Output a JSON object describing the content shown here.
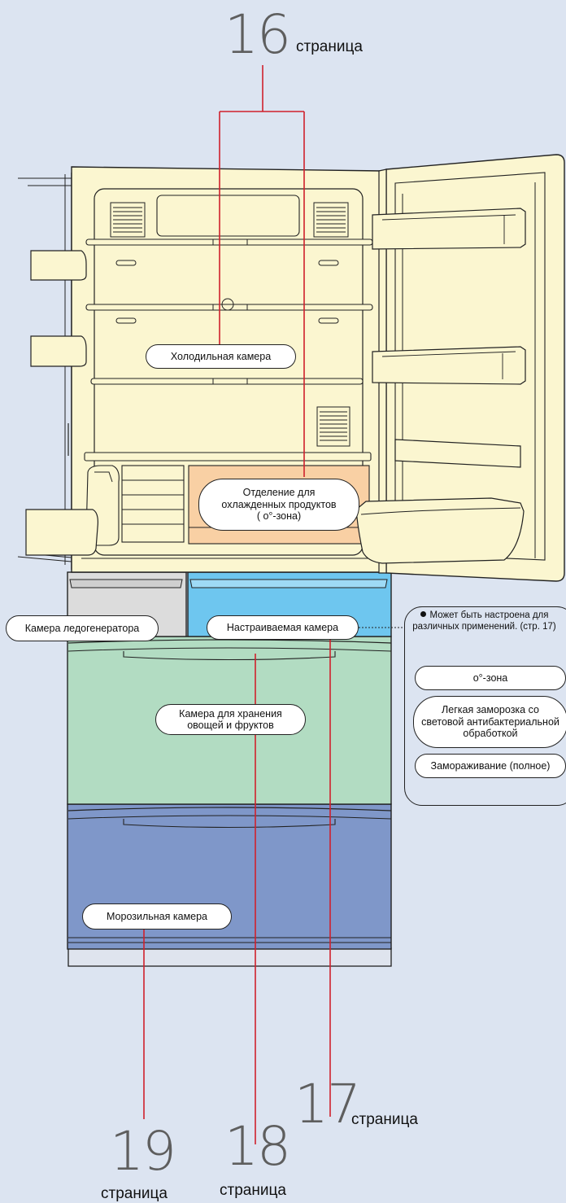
{
  "labels": {
    "fridge": "Холодильная камера",
    "chilled": "Отделение для\nохлажденных продуктов\n( о°-зона)",
    "ice": "Камера ледогенератора",
    "adjustable": "Настраиваемая камера",
    "vegetable": "Камера для хранения\nовощей и фруктов",
    "freezer": "Морозильная камера"
  },
  "info": {
    "note": "Может быть настроена для\nразличных применений. (стр. 17)",
    "options": [
      "о°-зона",
      "Легкая заморозка со\nсветовой антибактериальной\nобработкой",
      "Замораживание (полное)"
    ]
  },
  "page_refs": {
    "top": {
      "number": "16",
      "word": "страница"
    },
    "adjustable": {
      "number": "17",
      "word": "страница"
    },
    "vegetable": {
      "number": "18",
      "word": "страница"
    },
    "freezer": {
      "number": "19",
      "word": "страница"
    }
  },
  "colors": {
    "background": "#dce4f1",
    "cabinet": "#fbf6d0",
    "chilled_zone": "#f9d0a4",
    "ice_compartment": "#dcdcdc",
    "adjustable_compartment": "#6ec6ef",
    "vegetable_compartment": "#b2dcc2",
    "freezer_compartment": "#7f97c9",
    "leader_line": "#d0202c"
  }
}
